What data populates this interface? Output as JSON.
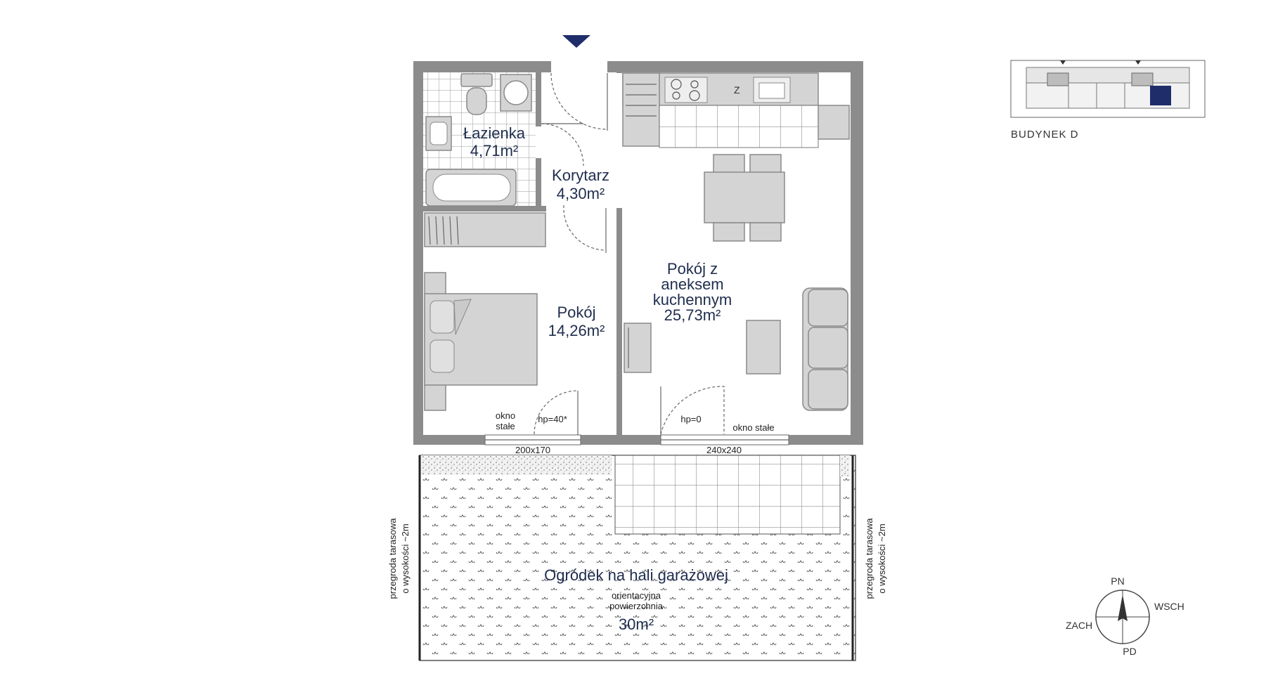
{
  "rooms": {
    "bathroom": {
      "name": "Łazienka",
      "area": "4,71m²"
    },
    "corridor": {
      "name": "Korytarz",
      "area": "4,30m²"
    },
    "bedroom": {
      "name": "Pokój",
      "area": "14,26m²"
    },
    "living": {
      "line1": "Pokój z",
      "line2": "aneksem",
      "line3": "kuchennym",
      "area": "25,73m²"
    }
  },
  "windows": {
    "left": {
      "note1": "okno",
      "note2": "stałe",
      "hp": "hp=40*",
      "size": "200x170"
    },
    "right": {
      "hp": "hp=0",
      "note": "okno stałe",
      "size": "240x240"
    }
  },
  "garden": {
    "title": "Ogródek na hali garażowej",
    "note1": "orientacyjna",
    "note2": "powierzchnia",
    "area": "30m²"
  },
  "partition": {
    "line1": "przegroda tarasowa",
    "line2": "o wysokości ~2m"
  },
  "key_plan": {
    "label": "BUDYNEK D"
  },
  "compass": {
    "n": "PN",
    "e": "WSCH",
    "s": "PD",
    "w": "ZACH"
  },
  "colors": {
    "accent": "#1f2d6b",
    "wall": "#8c8c8c",
    "furniture": "#d4d4d4",
    "text": "#1f2d4e"
  },
  "icons": {
    "entrance": "entrance-arrow-icon",
    "compass": "compass-rose-icon"
  }
}
